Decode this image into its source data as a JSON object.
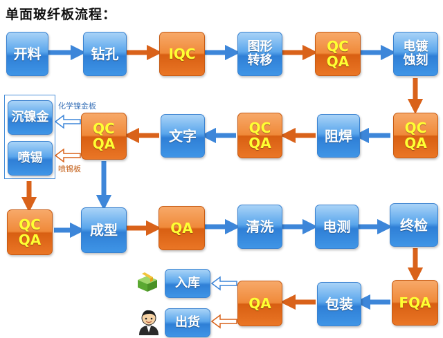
{
  "title": "单面玻纤板流程：",
  "colors": {
    "blue_arrow": "#3d86d9",
    "orange_arrow": "#d9621a"
  },
  "nodes": {
    "kailiao": "开料",
    "zuankong": "钻孔",
    "iqc": "IQC",
    "tuxing_1": "图形",
    "tuxing_2": "转移",
    "qcqa1_qc": "QC",
    "qcqa1_qa": "QA",
    "dianduo_1": "电镀",
    "dianduo_2": "蚀刻",
    "qcqa2_qc": "QC",
    "qcqa2_qa": "QA",
    "zuhan": "阻焊",
    "qcqa3_qc": "QC",
    "qcqa3_qa": "QA",
    "wenzi": "文字",
    "qcqa4_qc": "QC",
    "qcqa4_qa": "QA",
    "chennie": "沉镍金",
    "penxi": "喷锡",
    "qcqa5_qc": "QC",
    "qcqa5_qa": "QA",
    "chengxing": "成型",
    "qa1": "QA",
    "qingxi": "清洗",
    "dianche": "电测",
    "zhongjian": "终检",
    "fqa": "FQA",
    "baozhuang": "包装",
    "qa2": "QA",
    "ruku": "入库",
    "chuhuo": "出货"
  },
  "notes": {
    "chemical_nickel": "化学镍金板",
    "tin_spray": "喷锡板"
  },
  "icons": {
    "warehouse": "green-box-icon",
    "shipping": "person-icon"
  }
}
